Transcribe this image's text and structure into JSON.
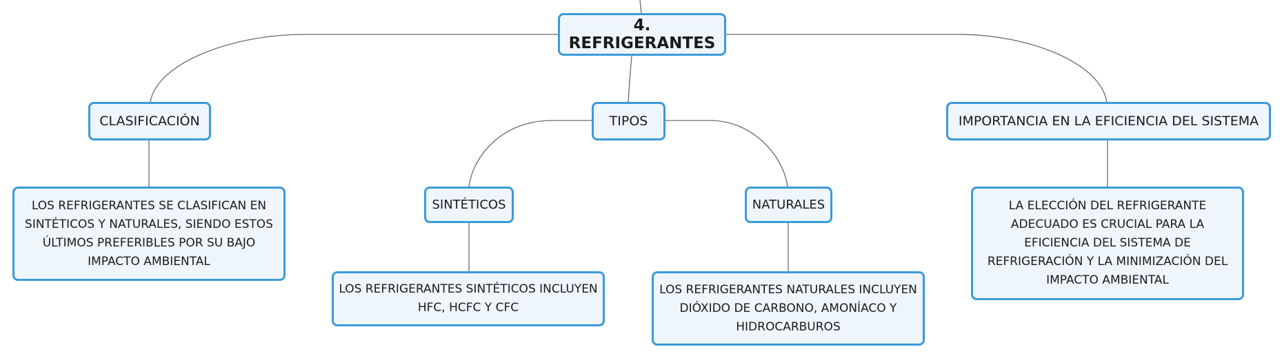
{
  "diagram": {
    "root": {
      "label": "4. REFRIGERANTES"
    },
    "branches": {
      "clasificacion": {
        "label": "CLASIFICACIÓN",
        "detail": "LOS REFRIGERANTES SE CLASIFICAN EN SINTÉTICOS Y NATURALES, SIENDO ESTOS ÚLTIMOS PREFERIBLES POR SU BAJO IMPACTO AMBIENTAL"
      },
      "tipos": {
        "label": "TIPOS",
        "children": {
          "sinteticos": {
            "label": "SINTÉTICOS",
            "detail": "LOS REFRIGERANTES SINTÉTICOS INCLUYEN HFC, HCFC Y CFC"
          },
          "naturales": {
            "label": "NATURALES",
            "detail": "LOS REFRIGERANTES NATURALES INCLUYEN DIÓXIDO DE CARBONO, AMONÍACO Y HIDROCARBUROS"
          }
        }
      },
      "importancia": {
        "label": "IMPORTANCIA EN LA EFICIENCIA DEL SISTEMA",
        "detail": "LA ELECCIÓN DEL REFRIGERANTE ADECUADO ES CRUCIAL PARA LA EFICIENCIA DEL SISTEMA DE REFRIGERACIÓN Y LA MINIMIZACIÓN DEL IMPACTO AMBIENTAL"
      }
    },
    "colors": {
      "node_border": "#3a9ad9",
      "node_fill": "#eef6fc",
      "connector": "#6b6b6b"
    }
  }
}
